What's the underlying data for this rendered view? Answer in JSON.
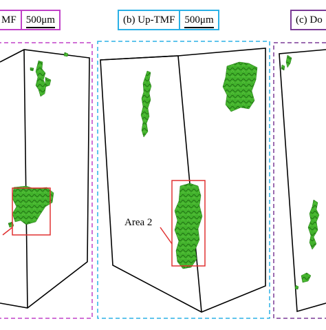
{
  "panels": [
    {
      "id": "a",
      "label": "MF",
      "scale": "500μm",
      "frame_color": "#c040c8"
    },
    {
      "id": "b",
      "label": "(b) Up-TMF",
      "scale": "500μm",
      "frame_color": "#2ab0e6"
    },
    {
      "id": "c",
      "label": "(c) Do",
      "frame_color": "#7a3a96"
    }
  ],
  "annotation": {
    "area_label": "Area 2"
  },
  "colors": {
    "grain": "#3fae2a",
    "grain_dark": "#237a14",
    "roi": "#e03030",
    "edge": "#000000"
  }
}
